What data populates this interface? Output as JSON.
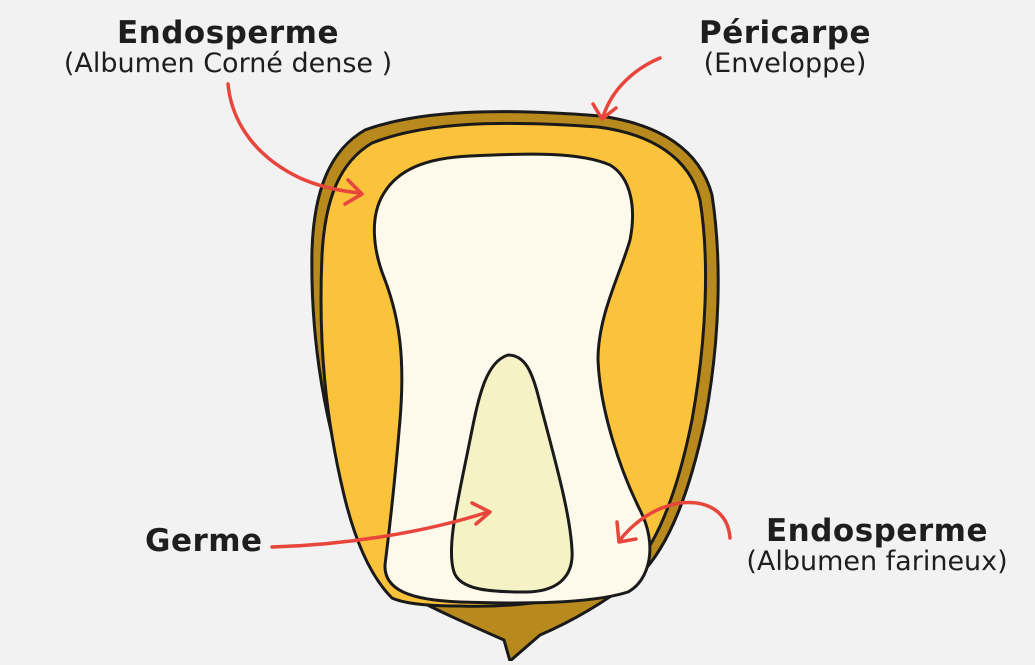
{
  "labels": {
    "endosperme_corne": {
      "title": "Endosperme",
      "subtitle": "(Albumen Corné dense )"
    },
    "pericarpe": {
      "title": "Péricarpe",
      "subtitle": "(Enveloppe)"
    },
    "germe": {
      "title": "Germe"
    },
    "endosperme_farineux": {
      "title": "Endosperme",
      "subtitle": "(Albumen farineux)"
    }
  },
  "colors": {
    "background": "#f2f2f2",
    "pericarp": "#b88a1e",
    "horny_endosperm": "#fbc23c",
    "floury_endosperm": "#fdfaec",
    "germ": "#f5f2c6",
    "outline": "#1a1a1a",
    "arrow": "#e8453c"
  }
}
